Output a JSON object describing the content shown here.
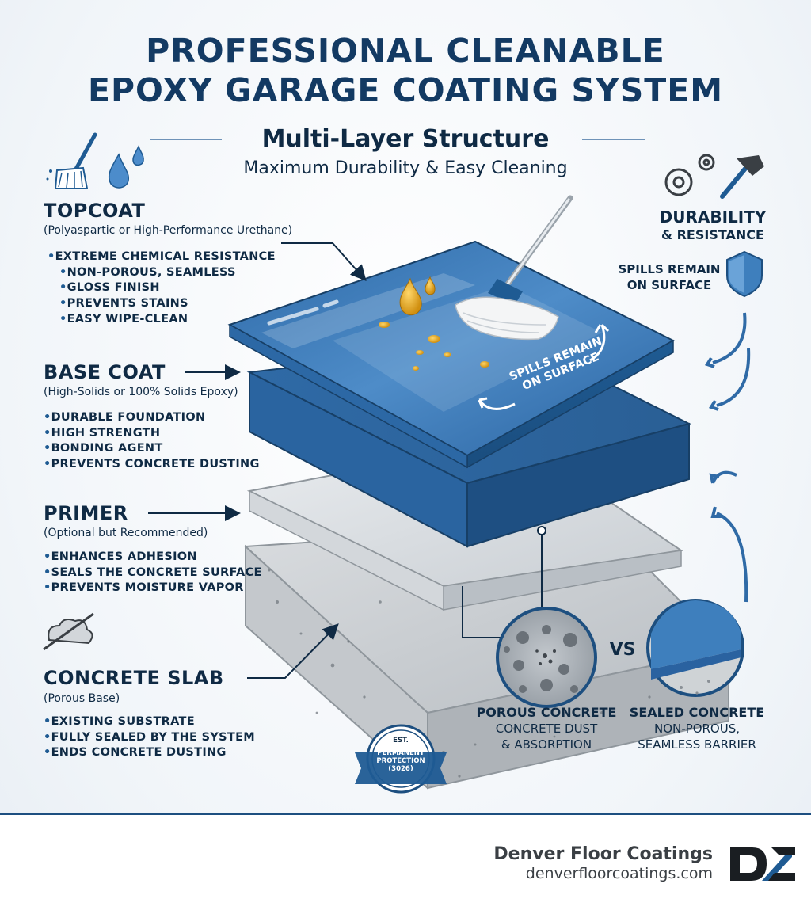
{
  "title_line1": "PROFESSIONAL CLEANABLE",
  "title_line2": "EPOXY GARAGE COATING SYSTEM",
  "subtitle": "Multi-Layer Structure",
  "tagline": "Maximum Durability & Easy Cleaning",
  "topcoat": {
    "heading": "TOPCOAT",
    "note": "(Polyaspartic or High-Performance Urethane)",
    "bullets": [
      "EXTREME CHEMICAL RESISTANCE",
      "NON-POROUS, SEAMLESS",
      "GLOSS FINISH",
      "PREVENTS STAINS",
      "EASY WIPE-CLEAN"
    ]
  },
  "basecoat": {
    "heading": "BASE COAT",
    "note": "(High-Solids or 100% Solids Epoxy)",
    "bullets": [
      "DURABLE FOUNDATION",
      "HIGH STRENGTH",
      "BONDING AGENT",
      "PREVENTS CONCRETE DUSTING"
    ]
  },
  "primer": {
    "heading": "PRIMER",
    "note": "(Optional but Recommended)",
    "bullets": [
      "ENHANCES ADHESION",
      "SEALS THE CONCRETE SURFACE",
      "PREVENTS MOISTURE VAPOR"
    ]
  },
  "slab": {
    "heading": "CONCRETE SLAB",
    "note": "(Porous Base)",
    "bullets": [
      "EXISTING SUBSTRATE",
      "FULLY SEALED BY THE SYSTEM",
      "ENDS CONCRETE DUSTING"
    ]
  },
  "durability": {
    "line1": "DURABILITY",
    "line2": "& RESISTANCE"
  },
  "spills": {
    "line1": "SPILLS REMAIN",
    "line2": "ON SURFACE"
  },
  "surface_text": {
    "line1": "SPILLS REMAIN",
    "line2": "ON SURFACE"
  },
  "vs": "VS",
  "porous": {
    "title": "POROUS CONCRETE",
    "line1": "CONCRETE DUST",
    "line2": "& ABSORPTION"
  },
  "sealed": {
    "title": "SEALED CONCRETE",
    "line1": "NON-POROUS,",
    "line2": "SEAMLESS BARRIER"
  },
  "badge": {
    "line1": "EST.",
    "line2": "PERMANENT",
    "line3": "PROTECTION",
    "line4": "(3026)"
  },
  "footer": {
    "brand": "Denver Floor Coatings",
    "url": "denverfloorcoatings.com"
  },
  "colors": {
    "title": "#133a63",
    "topcoat": "#2f6fae",
    "accent": "#1f5b93",
    "concrete": "#cfd3d6"
  }
}
